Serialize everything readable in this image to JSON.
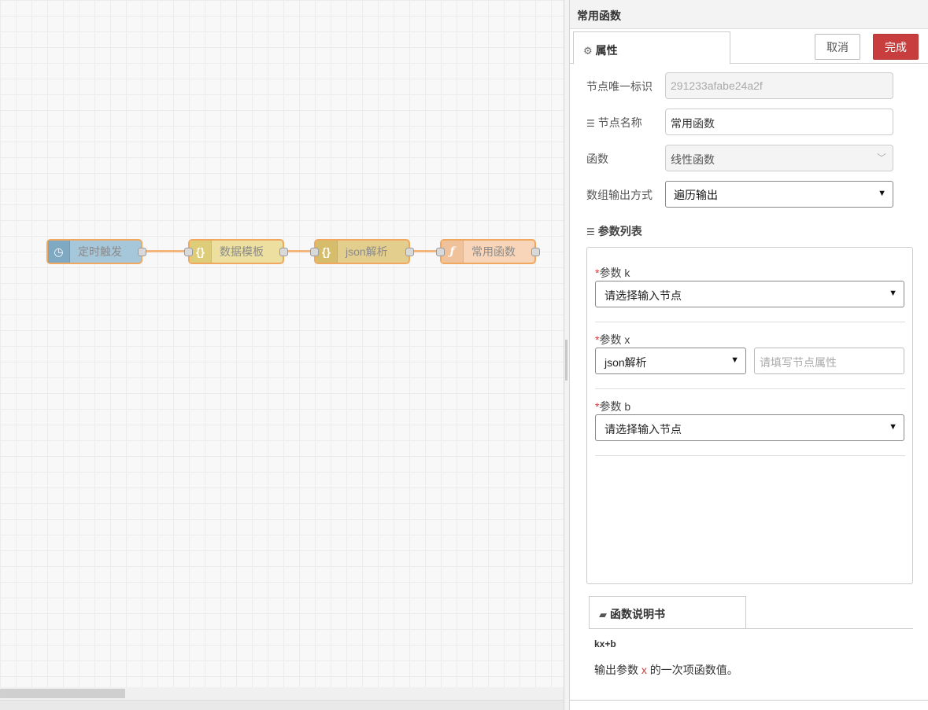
{
  "flow": {
    "nodes": [
      {
        "label": "定时触发",
        "icon": "clock-icon",
        "glyph": "◷",
        "color": "#a6c6d9",
        "icon_bg": "#7fa9c3"
      },
      {
        "label": "数据模板",
        "icon": "braces-icon",
        "glyph": "{}",
        "color": "#ecdfa0",
        "icon_bg": "#ddcc78"
      },
      {
        "label": "json解析",
        "icon": "braces-icon",
        "glyph": "{}",
        "color": "#e4ce8e",
        "icon_bg": "#d6bd6c"
      },
      {
        "label": "常用函数",
        "icon": "function-icon",
        "glyph": "ƒ",
        "color": "#f8d5b8",
        "icon_bg": "#f0c29c"
      }
    ]
  },
  "panel": {
    "title": "常用函数",
    "tab_label": "属性",
    "cancel_label": "取消",
    "done_label": "完成",
    "fields": {
      "id_label": "节点唯一标识",
      "id_value": "291233afabe24a2f",
      "name_label": "节点名称",
      "name_value": "常用函数",
      "func_label": "函数",
      "func_value": "线性函数",
      "output_label": "数组输出方式",
      "output_value": "遍历输出"
    },
    "params_title": "参数列表",
    "params": [
      {
        "asterisk": "*",
        "label": "参数 k",
        "select": "请选择输入节点"
      },
      {
        "asterisk": "*",
        "label": "参数 x",
        "select": "json解析",
        "input_placeholder": "请填写节点属性"
      },
      {
        "asterisk": "*",
        "label": "参数 b",
        "select": "请选择输入节点"
      }
    ],
    "doc": {
      "tab_label": "函数说明书",
      "formula": "kx+b",
      "desc_prefix": "输出参数",
      "desc_var": "x",
      "desc_suffix": "的一次项函数值。"
    }
  },
  "colors": {
    "accent": "#c83e3e",
    "wire": "#f3b57c",
    "node_border": "#f0a860"
  }
}
